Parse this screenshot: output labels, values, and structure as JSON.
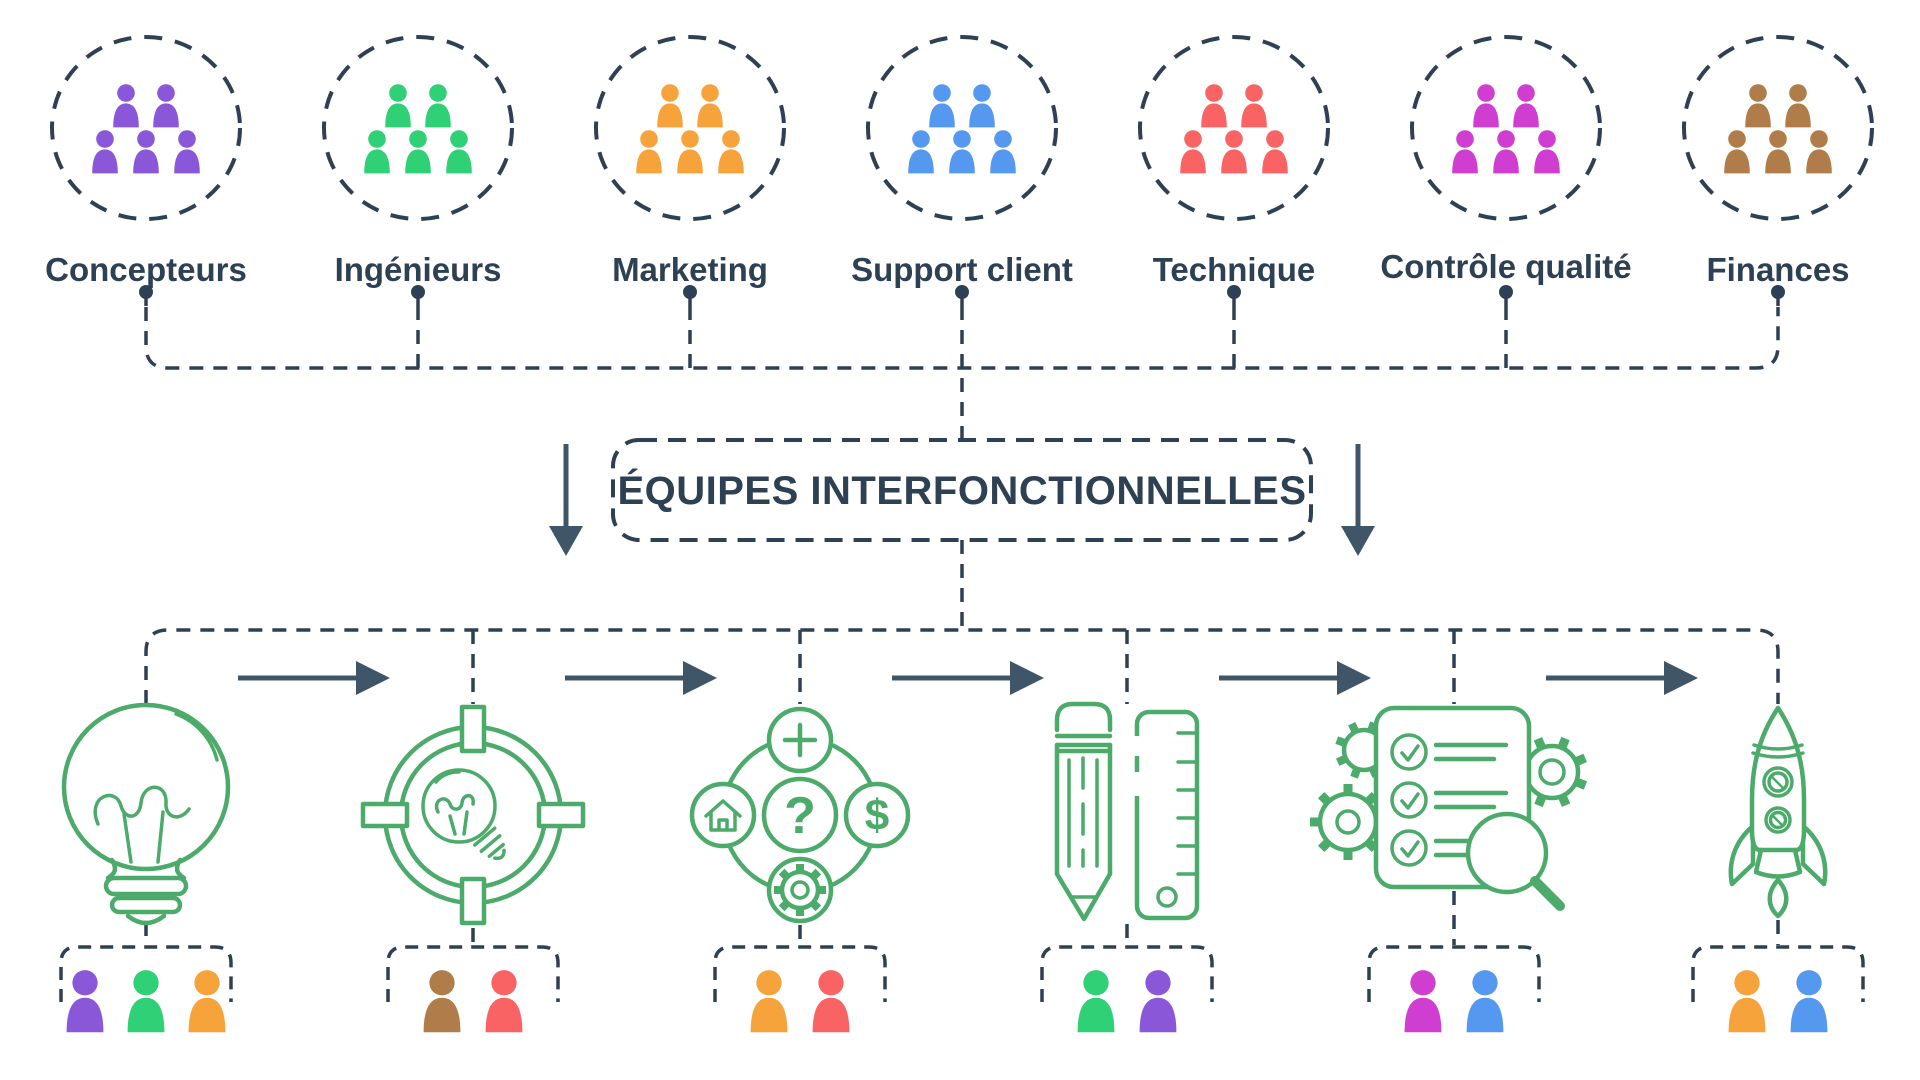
{
  "palette": {
    "slate": "#2e4053",
    "arrow": "#3f5568",
    "green": "#4caa6b"
  },
  "top_teams": [
    {
      "label": "Concepteurs",
      "color": "#8a57d8"
    },
    {
      "label": "Ingénieurs",
      "color": "#2fd076"
    },
    {
      "label": "Marketing",
      "color": "#f7a33c"
    },
    {
      "label": "Support client",
      "color": "#5598f0"
    },
    {
      "label": "Technique",
      "color": "#f96363"
    },
    {
      "label": "Contrôle qualité",
      "color": "#cf3ed1"
    },
    {
      "label": "Finances",
      "color": "#b07c49"
    }
  ],
  "hub": {
    "title": "ÉQUIPES INTERFONCTIONNELLES"
  },
  "steps": [
    {
      "icon": "idea-bulb-icon",
      "members": [
        "#8a57d8",
        "#2fd076",
        "#f7a33c"
      ]
    },
    {
      "icon": "target-idea-icon",
      "members": [
        "#b07c49",
        "#f96363"
      ]
    },
    {
      "icon": "options-circle-icon",
      "members": [
        "#f7a33c",
        "#f96363"
      ]
    },
    {
      "icon": "pencil-ruler-icon",
      "members": [
        "#2fd076",
        "#8a57d8"
      ]
    },
    {
      "icon": "checklist-review-icon",
      "members": [
        "#cf3ed1",
        "#5598f0"
      ]
    },
    {
      "icon": "rocket-launch-icon",
      "members": [
        "#f7a33c",
        "#5598f0"
      ]
    }
  ],
  "glyphs": {
    "question": "?",
    "dollar": "$"
  }
}
